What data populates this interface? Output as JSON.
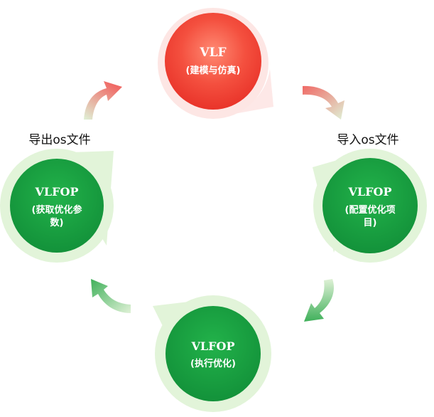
{
  "nodes": {
    "top": {
      "title": "VLF",
      "line1": "(建模与仿真)",
      "line2": ""
    },
    "right": {
      "title": "VLFOP",
      "line1": "(配置优化项",
      "line2": "目)"
    },
    "bottom": {
      "title": "VLFOP",
      "line1": "(执行优化)",
      "line2": ""
    },
    "left": {
      "title": "VLFOP",
      "line1": "(获取优化参",
      "line2": "数)"
    }
  },
  "labels": {
    "import": "导入os文件",
    "export": "导出os文件"
  },
  "colors": {
    "red_node": "#f24a3d",
    "green_node": "#1aa03f",
    "pale_green": "#e2f4d9",
    "pale_red": "#fde6e4"
  }
}
